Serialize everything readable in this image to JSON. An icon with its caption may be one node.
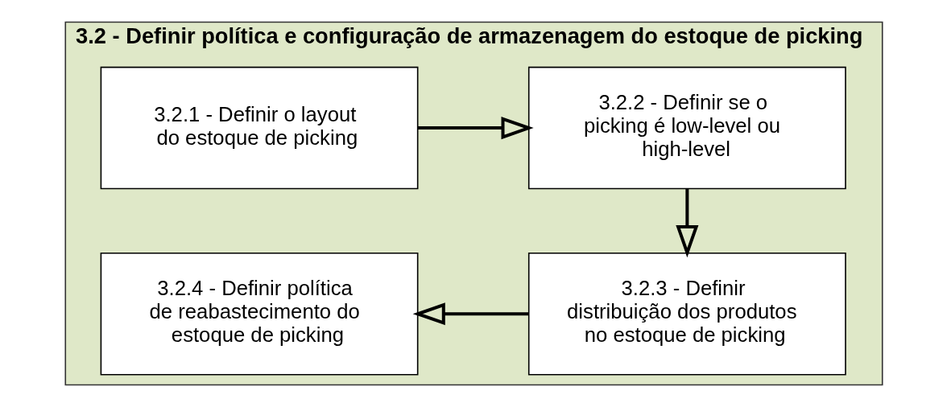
{
  "diagram": {
    "nodes": [
      {
        "text": [
          "3.2 - Definir política e configuração de armazenagem do estoque de picking"
        ]
      },
      {
        "text": [
          "3.2.1 - Definir o layout do estoque de *picking*"
        ],
        "in": 0
      },
      {
        "text": [
          "3.2.2 - Definir se o *picking* é *low-level* ou *high-level*"
        ],
        "in": 0
      },
      {
        "text": [
          "3.2.3 - Definir distribuição dos produtos no estoque de *picking*"
        ],
        "in": 0
      },
      {
        "text": [
          "3.2.4 - Definir política de reabastecimento do estoque de *picking*"
        ],
        "in": 0
      }
    ],
    "edges": [
      {
        "from": 1,
        "to": 2,
        "arrow": "to"
      },
      {
        "from": 2,
        "to": 3,
        "arrow": "to"
      },
      {
        "from": 3,
        "to": 4,
        "arrow": "to"
      }
    ]
  }
}
